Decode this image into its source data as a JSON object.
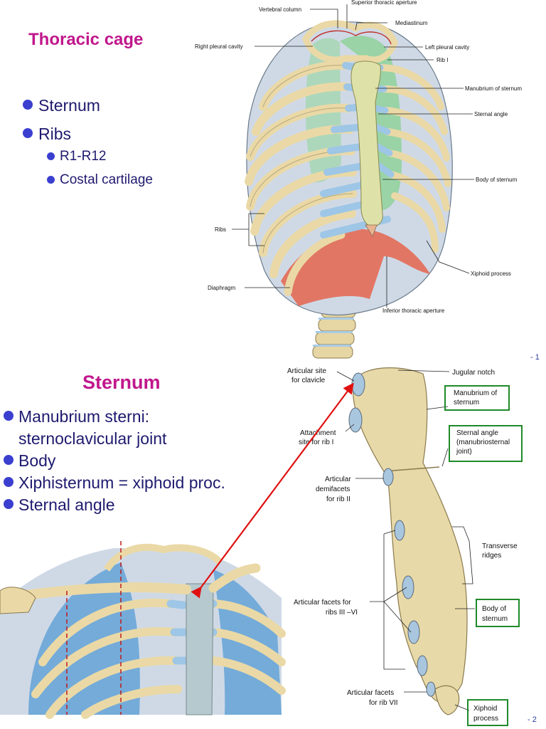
{
  "slide1": {
    "title": "Thoracic cage",
    "bullets": [
      "Sternum",
      "Ribs"
    ],
    "subbullets": [
      "R1-R12",
      "Costal cartilage"
    ],
    "labels": {
      "vertebral_column": "Vertebral column",
      "superior_aperture": "Superior thoracic aperture",
      "mediastinum": "Mediastinum",
      "right_pleural": "Right pleural cavity",
      "left_pleural": "Left pleural cavity",
      "rib1": "Rib I",
      "manubrium": "Manubrium of sternum",
      "sternal_angle": "Sternal angle",
      "body": "Body of sternum",
      "ribs": "Ribs",
      "xiphoid": "Xiphoid process",
      "diaphragm": "Diaphragm",
      "inferior_aperture": "Inferior thoracic aperture"
    },
    "page": "- 1"
  },
  "slide2": {
    "title": "Sternum",
    "bullets": [
      "Manubrium sterni:",
      "sternoclavicular joint",
      "Body",
      "Xiphisternum = xiphoid proc.",
      "Sternal angle"
    ],
    "labels": {
      "articular_clavicle_1": "Articular site",
      "articular_clavicle_2": "for clavicle",
      "jugular_notch": "Jugular notch",
      "manubrium_1": "Manubrium of",
      "manubrium_2": "sternum",
      "attachment_1": "Attachment",
      "attachment_2": "site for rib I",
      "sternal_angle_1": "Sternal angle",
      "sternal_angle_2": "(manubriosternal",
      "sternal_angle_3": "joint)",
      "demifacets_1": "Articular",
      "demifacets_2": "demifacets",
      "demifacets_3": "for rib II",
      "transverse_1": "Transverse",
      "transverse_2": "ridges",
      "facets_3_6_1": "Articular facets for",
      "facets_3_6_2": "ribs III –VI",
      "body_1": "Body of",
      "body_2": "sternum",
      "facets_7_1": "Articular facets",
      "facets_7_2": "for rib VII",
      "xiphoid_1": "Xiphoid",
      "xiphoid_2": "process"
    },
    "page": "- 2"
  },
  "colors": {
    "title": "#c0178c",
    "text": "#1e1a6e",
    "bullet": "#3b3fcf",
    "bone": "#e8d9a8",
    "cartilage": "#9ec6e6",
    "pleura_green": "#8fd19a",
    "diaphragm": "#e36a55",
    "box_border": "#1f8a2a",
    "arrow": "#e01010"
  }
}
